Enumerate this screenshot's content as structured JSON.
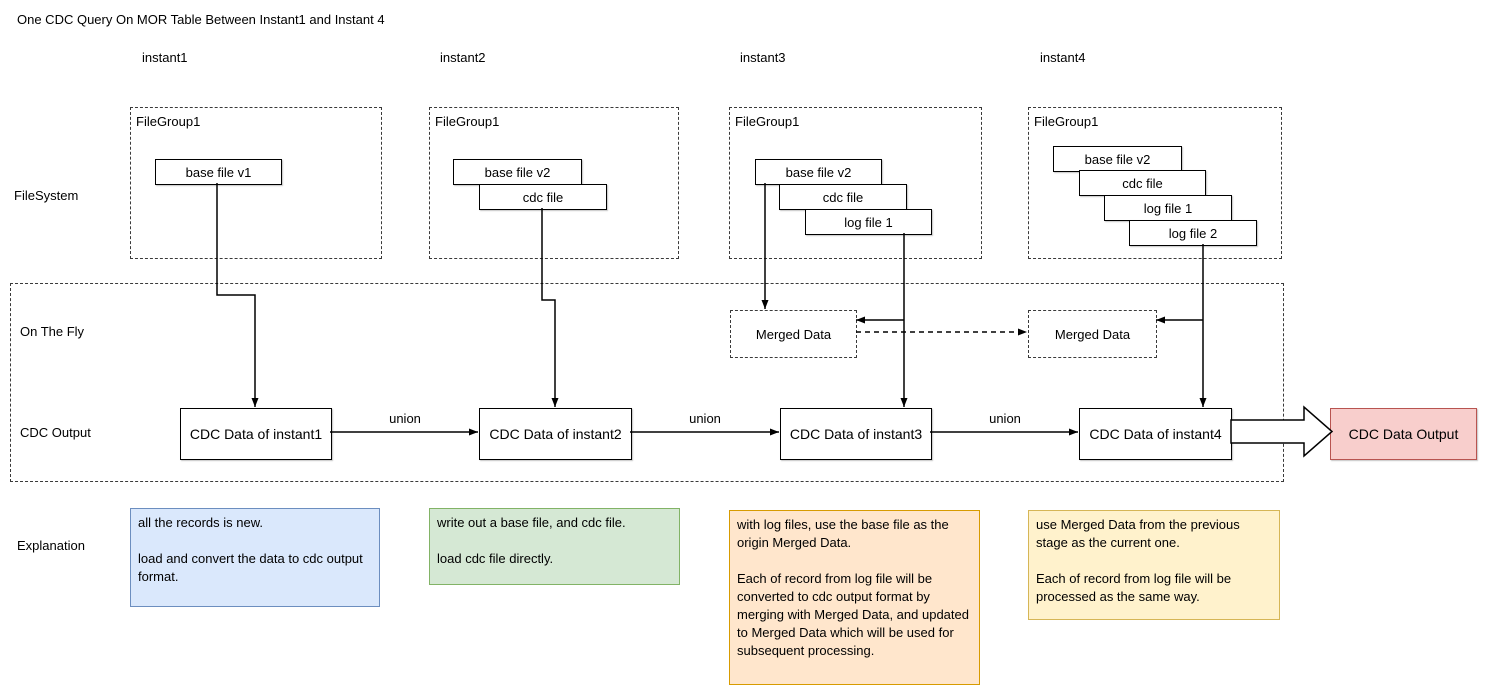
{
  "title": "One CDC Query On MOR Table Between Instant1 and Instant 4",
  "row_labels": {
    "filesystem": "FileSystem",
    "on_the_fly": "On The Fly",
    "cdc_output": "CDC Output",
    "explanation": "Explanation"
  },
  "instants": [
    {
      "label": "instant1",
      "filegroup": {
        "label": "FileGroup1",
        "files": [
          "base file v1"
        ]
      },
      "cdc_box": "CDC Data of instant1",
      "explanation": {
        "text": "all the records is new.\n\nload and convert the data to cdc output format.",
        "fill": "#dae8fc",
        "border": "#6c8ebf"
      }
    },
    {
      "label": "instant2",
      "filegroup": {
        "label": "FileGroup1",
        "files": [
          "base file v2",
          "cdc file"
        ]
      },
      "cdc_box": "CDC Data of instant2",
      "explanation": {
        "text": "write out a base file, and cdc file.\n\nload cdc file directly.",
        "fill": "#d5e8d4",
        "border": "#82b366"
      }
    },
    {
      "label": "instant3",
      "filegroup": {
        "label": "FileGroup1",
        "files": [
          "base file v2",
          "cdc file",
          "log file 1"
        ]
      },
      "merged_data": "Merged Data",
      "cdc_box": "CDC Data of instant3",
      "explanation": {
        "text": "with log files, use the base file as the origin Merged Data.\n\nEach of record from log file will be converted to cdc output format by merging with Merged Data, and updated to Merged Data which will be used for subsequent processing.",
        "fill": "#ffe6cc",
        "border": "#d79b00"
      }
    },
    {
      "label": "instant4",
      "filegroup": {
        "label": "FileGroup1",
        "files": [
          "base file v2",
          "cdc file",
          "log file 1",
          "log file 2"
        ]
      },
      "merged_data": "Merged Data",
      "cdc_box": "CDC Data of instant4",
      "explanation": {
        "text": "use Merged Data from the previous stage as the current one.\n\nEach of record from log file will be processed as the same way.",
        "fill": "#fff2cc",
        "border": "#d6b656"
      }
    }
  ],
  "connectors": {
    "union_labels": [
      "union",
      "union",
      "union"
    ]
  },
  "output": {
    "label": "CDC Data Output",
    "fill": "#f8cecc",
    "border": "#b85450"
  },
  "colors": {
    "line": "#000000",
    "dashed_frame": "#3a3a3a"
  }
}
